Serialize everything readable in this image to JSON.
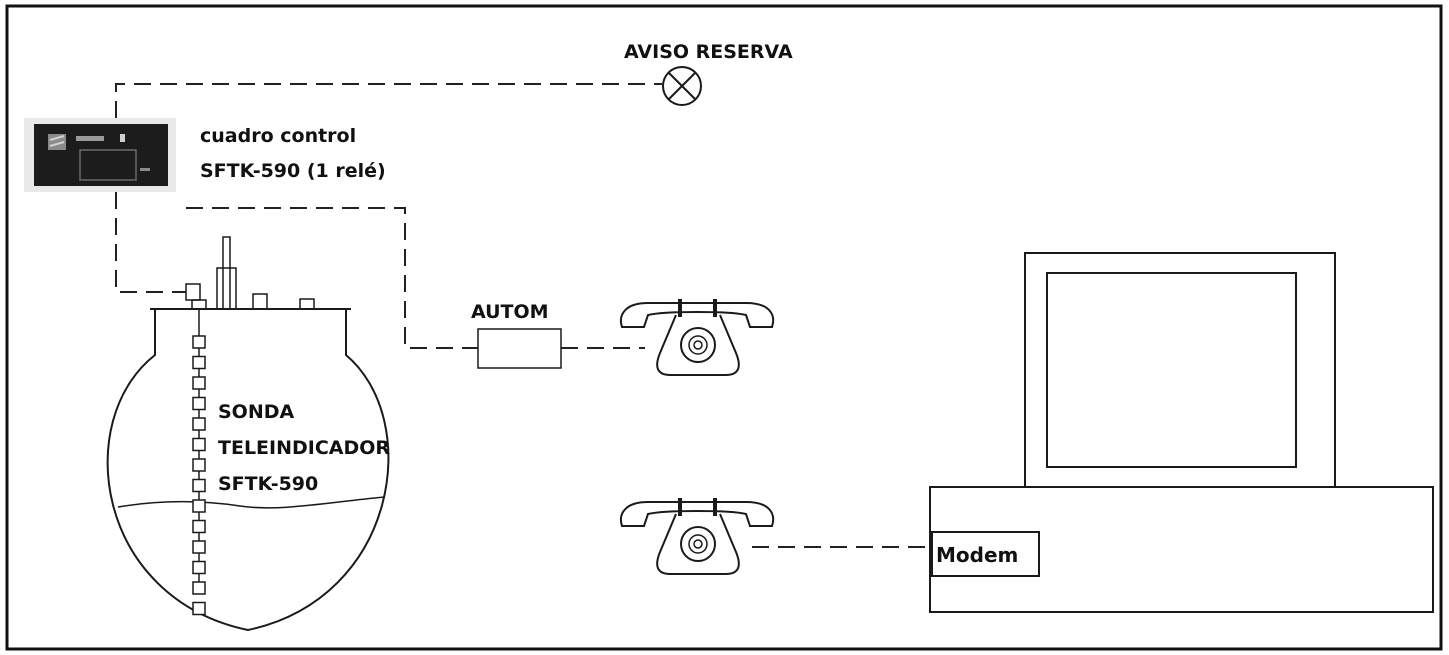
{
  "labels": {
    "aviso_reserva": "AVISO RESERVA",
    "cuadro_control_line1": "cuadro control",
    "cuadro_control_line2": "SFTK-590 (1 relé)",
    "autom": "AUTOM",
    "sonda_line1": "SONDA",
    "sonda_line2": "TELEINDICADOR",
    "sonda_line3": "SFTK-590",
    "modem": "Modem"
  },
  "icons": {
    "warning_lamp": "warning-lamp-icon",
    "control_panel": "control-panel-icon",
    "tank": "tank-icon",
    "telephone": "telephone-icon",
    "computer": "computer-icon"
  },
  "colors": {
    "line": "#222222",
    "panel": "#1c1c1c",
    "background": "#ffffff"
  }
}
